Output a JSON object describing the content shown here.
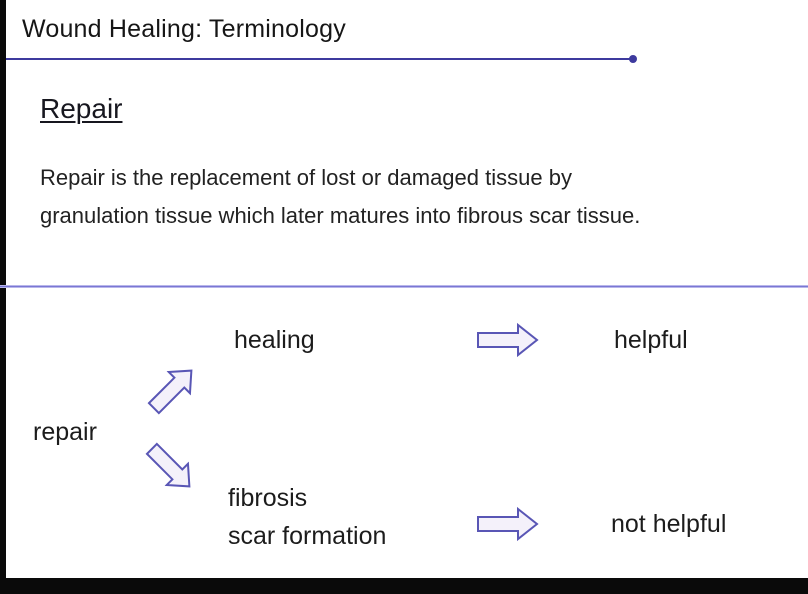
{
  "colors": {
    "accent_line": "#3d3a9e",
    "divider": "#7a77d4",
    "arrow_stroke": "#5956b5",
    "arrow_fill": "#f4f1fa",
    "text": "#1f1f1f",
    "letterbox": "#0a0a0a"
  },
  "slide": {
    "title": "Wound Healing: Terminology",
    "section": {
      "heading": "Repair",
      "definition": "Repair is the replacement of lost or damaged tissue by granulation tissue which later matures into fibrous scar tissue."
    },
    "diagram": {
      "root": "repair",
      "branches": [
        {
          "label": "healing",
          "outcome": "helpful"
        },
        {
          "label": "fibrosis\nscar formation",
          "outcome": "not helpful"
        }
      ]
    }
  },
  "icons": {
    "branch_up": "block-arrow-up-right",
    "branch_down": "block-arrow-down-right",
    "outcome_1": "block-arrow-right",
    "outcome_2": "block-arrow-right"
  }
}
